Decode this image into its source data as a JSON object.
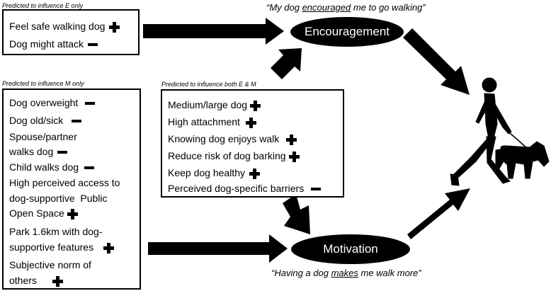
{
  "e_only": {
    "caption": "Predicted to influence E only",
    "items": [
      {
        "label": "Feel safe walking dog",
        "sign": "plus"
      },
      {
        "label": "Dog might attack",
        "sign": "minus"
      }
    ]
  },
  "m_only": {
    "caption": "Predicted to influence M only",
    "items": [
      {
        "label": "Dog overweight",
        "sign": "minus"
      },
      {
        "label": "Dog old/sick",
        "sign": "minus"
      },
      {
        "label": "Spouse/partner",
        "sign": ""
      },
      {
        "label": "walks dog",
        "sign": "minus"
      },
      {
        "label": "Child walks dog",
        "sign": "minus"
      },
      {
        "label": "High perceived access to",
        "sign": ""
      },
      {
        "label": "dog-supportive  Public",
        "sign": ""
      },
      {
        "label": "Open Space",
        "sign": "plus"
      },
      {
        "label": "Park 1.6km with dog-",
        "sign": ""
      },
      {
        "label": "supportive features",
        "sign": "plus"
      },
      {
        "label": "Subjective norm of",
        "sign": ""
      },
      {
        "label": "others",
        "sign": "plus"
      }
    ]
  },
  "both": {
    "caption": "Predicted to influence both E & M",
    "items": [
      {
        "label": "Medium/large dog",
        "sign": "plus"
      },
      {
        "label": "High attachment",
        "sign": "plus"
      },
      {
        "label": "Knowing dog enjoys walk",
        "sign": "plus"
      },
      {
        "label": "Reduce risk of dog barking",
        "sign": "plus"
      },
      {
        "label": "Keep dog healthy",
        "sign": "plus"
      },
      {
        "label": "Perceived dog-specific barriers",
        "sign": "minus"
      }
    ]
  },
  "encouragement": {
    "label": "Encouragement",
    "quote_pre": "“My dog ",
    "quote_em": "encouraged",
    "quote_post": " me to go walking”"
  },
  "motivation": {
    "label": "Motivation",
    "quote_pre": "“Having a dog ",
    "quote_em": "makes",
    "quote_post": " me walk more”"
  },
  "icons": {
    "walker": "person-walking-dog-icon",
    "plus": "plus-icon",
    "minus": "minus-icon"
  }
}
